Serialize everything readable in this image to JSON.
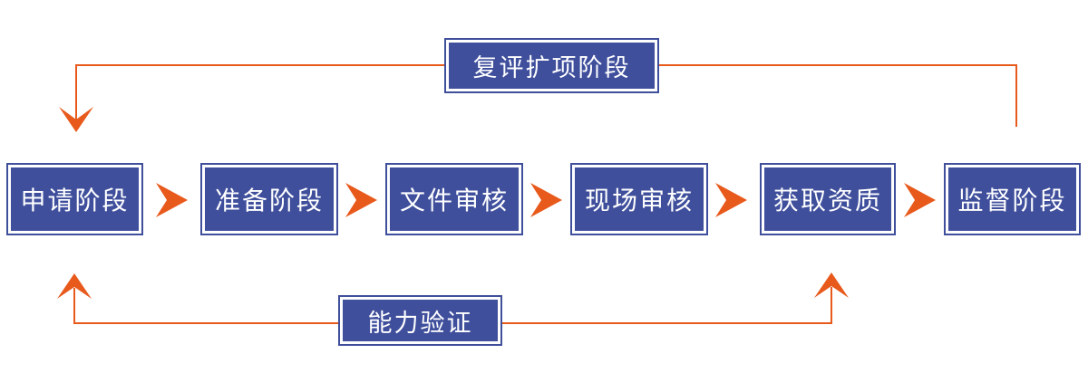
{
  "diagram": {
    "stages": [
      {
        "label": "申请阶段"
      },
      {
        "label": "准备阶段"
      },
      {
        "label": "文件审核"
      },
      {
        "label": "现场审核"
      },
      {
        "label": "获取资质"
      },
      {
        "label": "监督阶段"
      }
    ],
    "feedback_loops": {
      "top": {
        "label": "复评扩项阶段",
        "from": "监督阶段",
        "to": "申请阶段"
      },
      "bottom": {
        "label": "能力验证",
        "points_to": [
          "申请阶段",
          "获取资质"
        ]
      }
    },
    "colors": {
      "box_fill": "#3f4f9c",
      "box_text": "#ffffff",
      "arrow_orange": "#e8591c",
      "background": "#ffffff"
    }
  }
}
